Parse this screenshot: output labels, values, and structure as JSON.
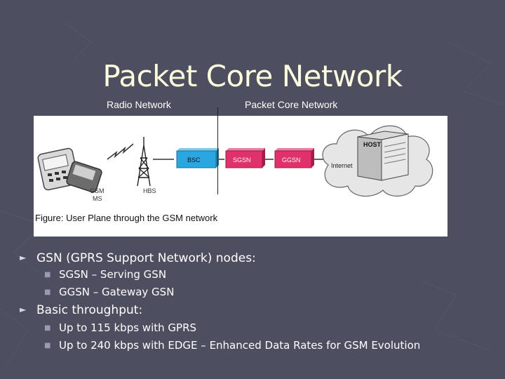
{
  "slide": {
    "title": "Packet Core Network",
    "section_left": "Radio Network",
    "section_right": "Packet Core Network"
  },
  "figure": {
    "caption": "Figure: User Plane through the GSM network",
    "labels": {
      "gsm_ms_line1": "GSM",
      "gsm_ms_line2": "MS",
      "hbs": "HBS",
      "bsc": "BSC",
      "sgsn": "SGSN",
      "ggsn": "GGSN",
      "internet": "Internet",
      "host": "HOST"
    },
    "colors": {
      "bsc": "#2aa7e0",
      "sgsn": "#e0316b",
      "ggsn": "#e0316b",
      "cloud": "#e6e6e6"
    }
  },
  "bullets": [
    {
      "text": "GSN (GPRS Support Network) nodes:",
      "subs": [
        "SGSN – Serving GSN",
        "GGSN – Gateway GSN"
      ]
    },
    {
      "text": "Basic throughput:",
      "subs": [
        "Up to 115 kbps with GPRS",
        "Up to 240 kbps with EDGE – Enhanced Data Rates for GSM Evolution"
      ]
    }
  ]
}
